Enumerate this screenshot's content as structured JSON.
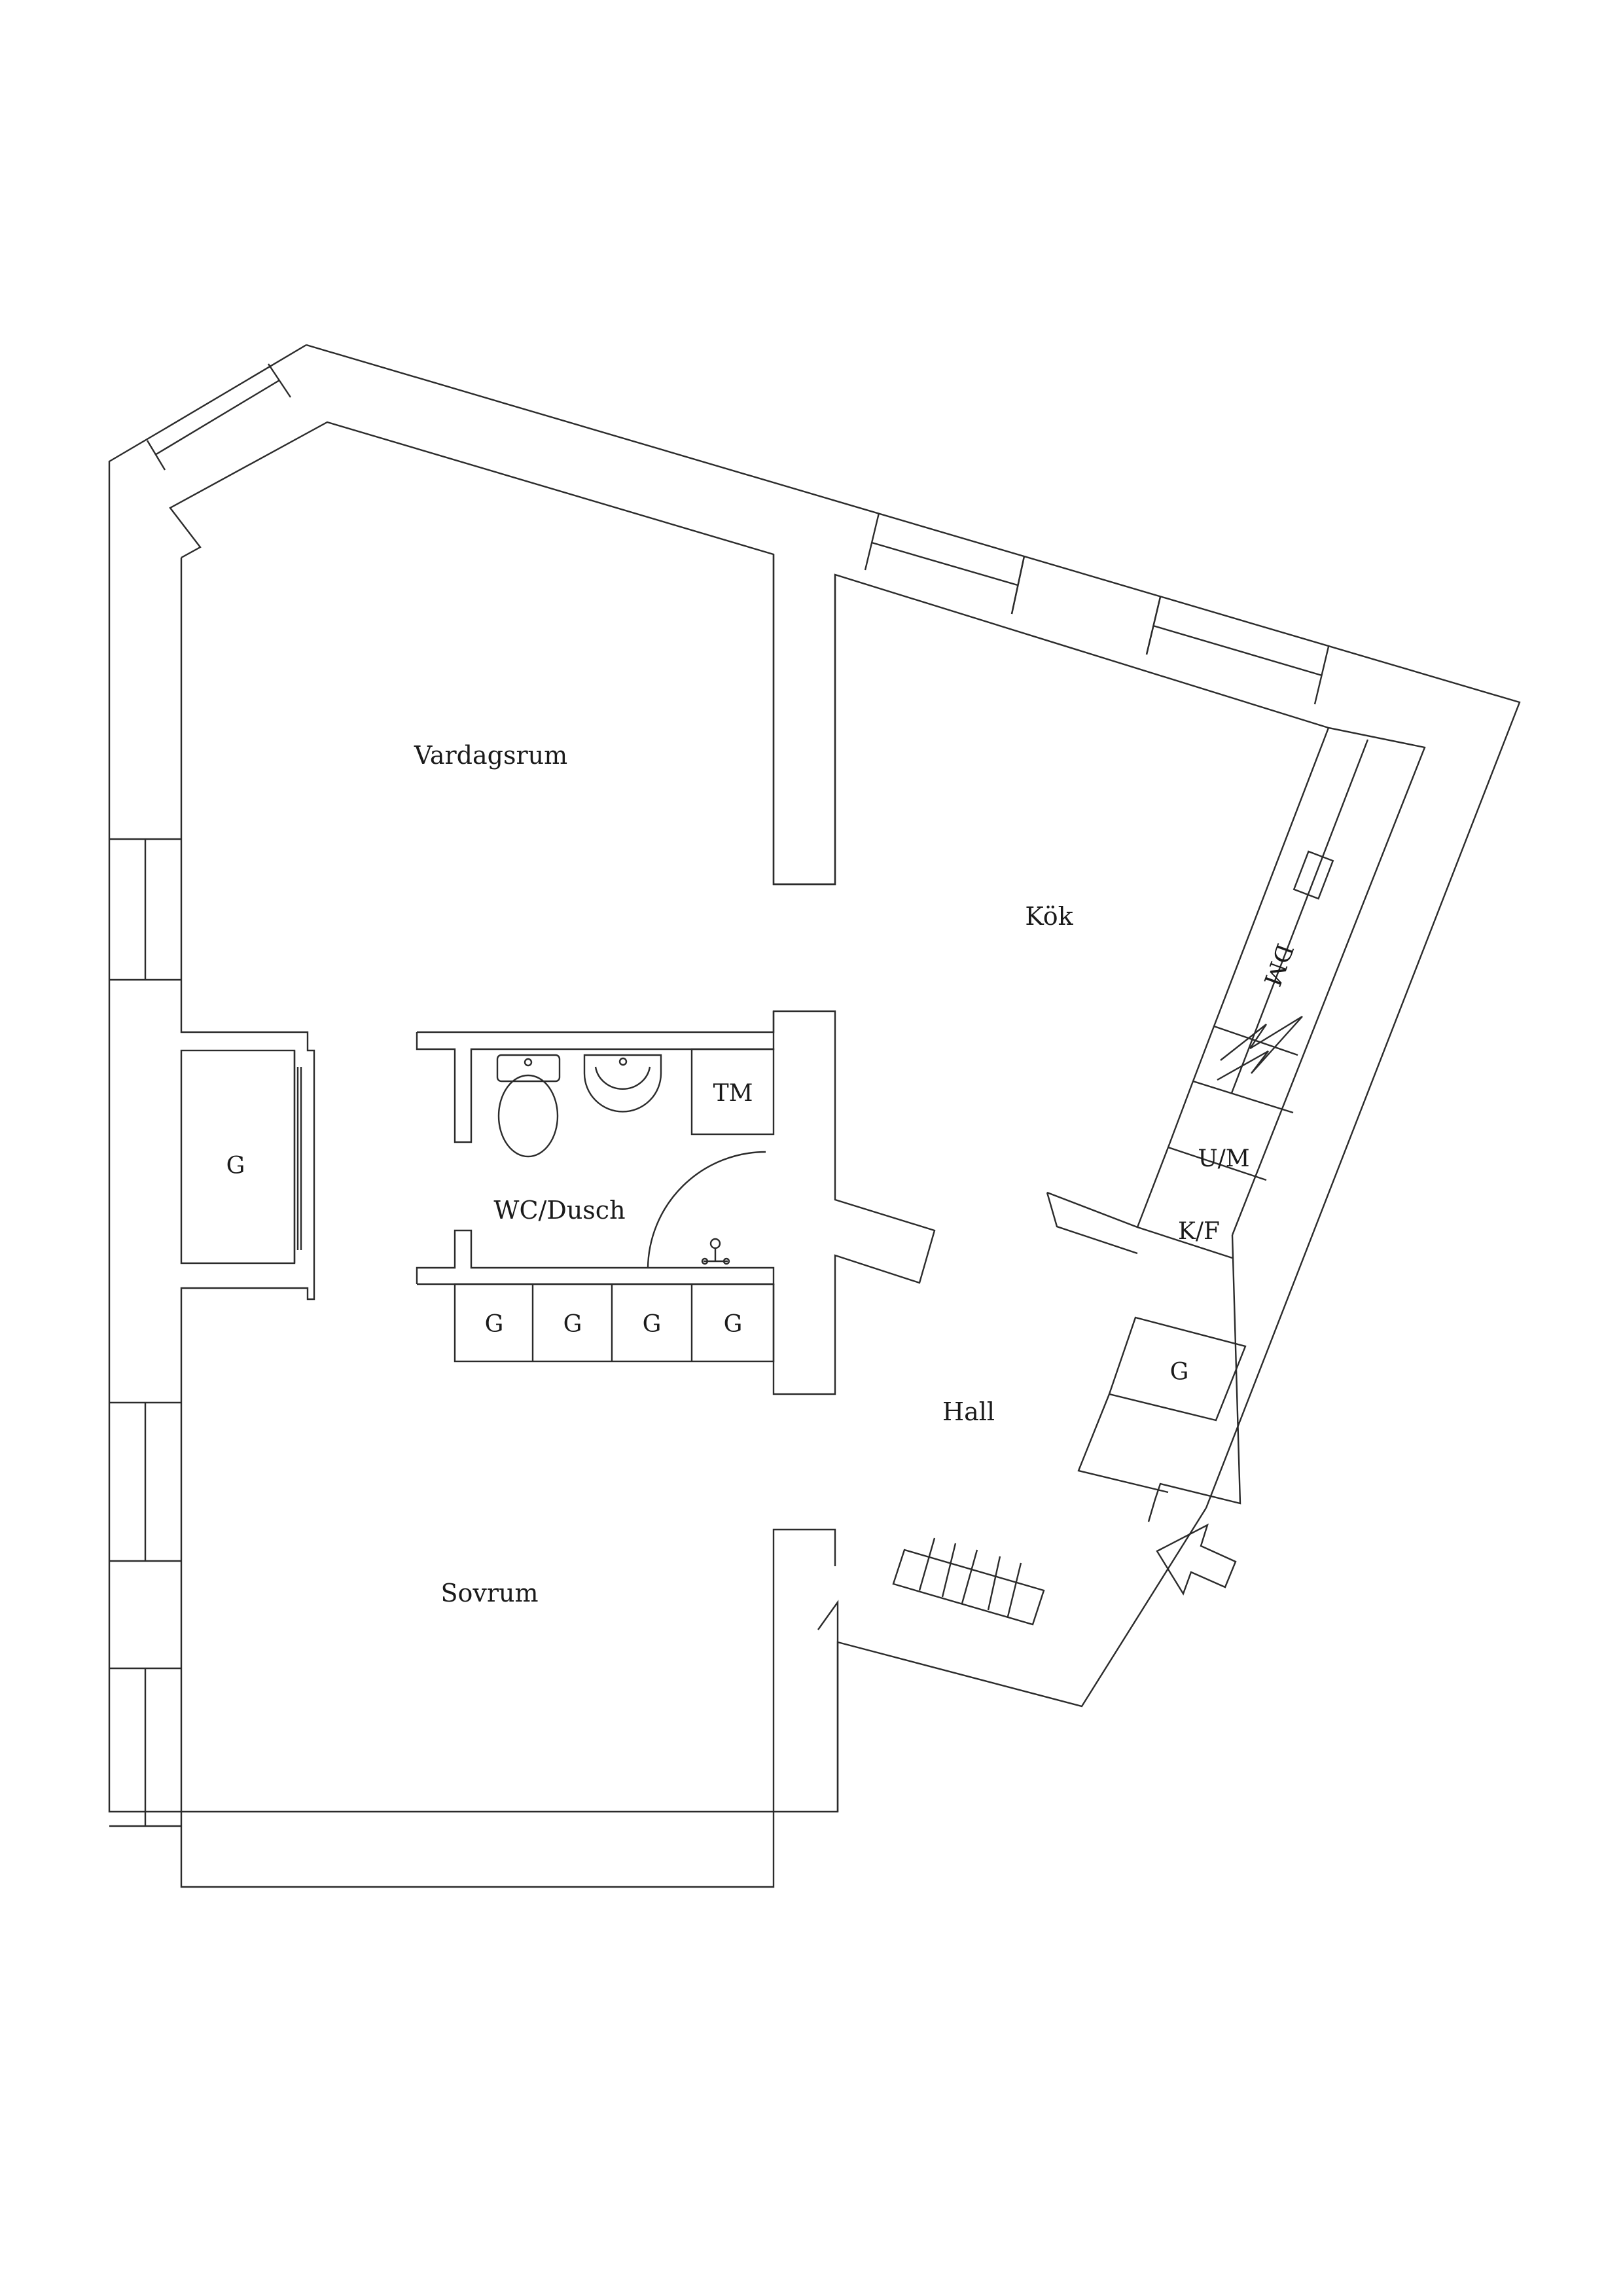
{
  "rooms": {
    "vardagsrum": "Vardagsrum",
    "kok": "Kök",
    "hall": "Hall",
    "sovrum": "Sovrum",
    "wc_dusch": "WC/Dusch"
  },
  "fixtures": {
    "dishwasher": "DM",
    "oven_microwave": "U/M",
    "fridge_freezer": "K/F",
    "washing_machine": "TM",
    "wardrobe": "G"
  },
  "icons": [
    "entrance-arrow-icon",
    "toilet-icon",
    "sink-icon",
    "shower-icon",
    "stove-icon",
    "radiator-icon"
  ]
}
